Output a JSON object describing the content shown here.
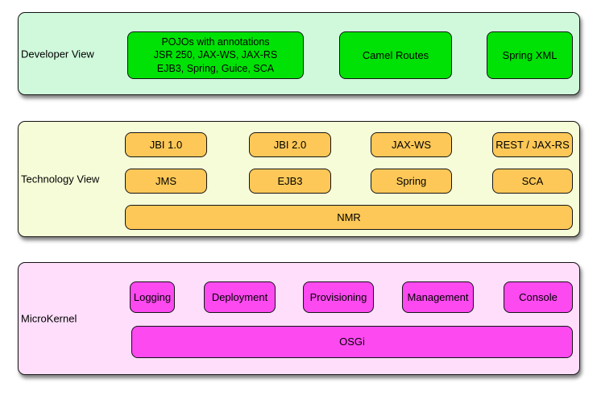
{
  "colors": {
    "developer_band_bg": "#d0f9dc",
    "developer_box_bg": "#00e206",
    "technology_band_bg": "#f7fcd8",
    "technology_box_bg": "#fdc857",
    "microkernel_band_bg": "#fedefb",
    "microkernel_box_bg": "#fc49f0",
    "border": "#141414",
    "text": "#000000"
  },
  "bands": {
    "developer": {
      "label": "Developer View",
      "boxes": {
        "pojos": {
          "lines": [
            "POJOs with annotations",
            "JSR 250, JAX-WS, JAX-RS",
            "EJB3, Spring, Guice, SCA"
          ]
        },
        "camel_routes": {
          "label": "Camel Routes"
        },
        "spring_xml": {
          "label": "Spring XML"
        }
      }
    },
    "technology": {
      "label": "Technology View",
      "boxes": {
        "jbi_1_0": {
          "label": "JBI 1.0"
        },
        "jbi_2_0": {
          "label": "JBI 2.0"
        },
        "jax_ws": {
          "label": "JAX-WS"
        },
        "rest_jax_rs": {
          "label": "REST / JAX-RS"
        },
        "jms": {
          "label": "JMS"
        },
        "ejb3": {
          "label": "EJB3"
        },
        "spring": {
          "label": "Spring"
        },
        "sca": {
          "label": "SCA"
        },
        "nmr": {
          "label": "NMR"
        }
      }
    },
    "microkernel": {
      "label": "MicroKernel",
      "boxes": {
        "logging": {
          "label": "Logging"
        },
        "deployment": {
          "label": "Deployment"
        },
        "provisioning": {
          "label": "Provisioning"
        },
        "management": {
          "label": "Management"
        },
        "console": {
          "label": "Console"
        },
        "osgi": {
          "label": "OSGi"
        }
      }
    }
  }
}
